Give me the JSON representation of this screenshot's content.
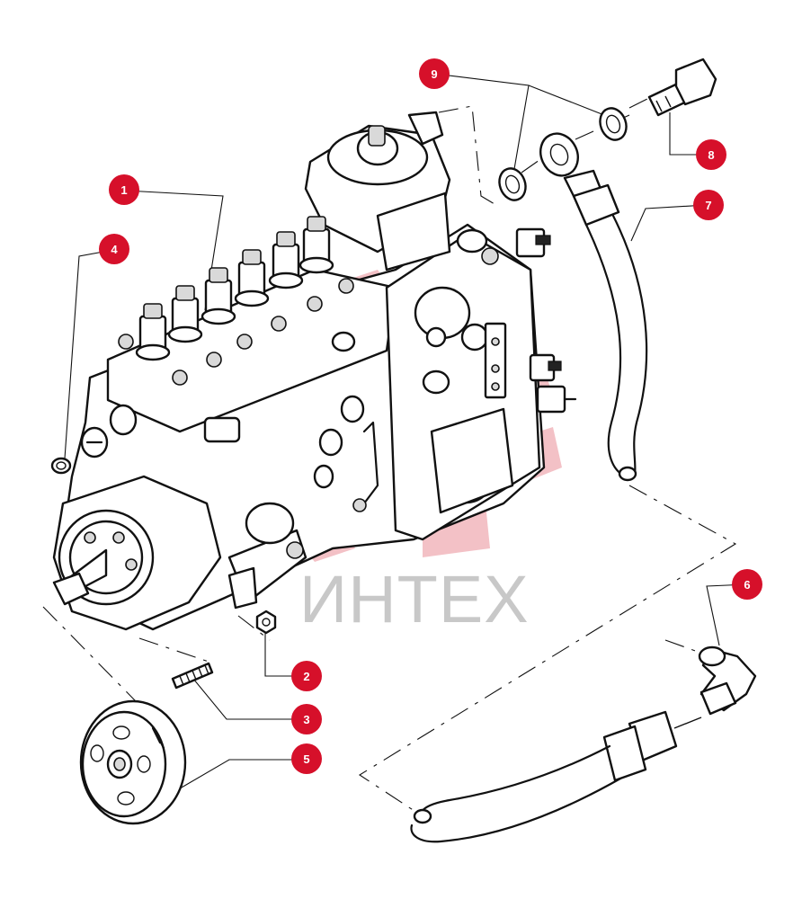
{
  "colors": {
    "callout": "#d6102a",
    "watermark_logo": "#f2b7bd",
    "watermark_text": "#c8c8c8",
    "line": "#111111"
  },
  "watermark": {
    "text": "ИНТЕХ"
  },
  "callouts": [
    {
      "label": "1"
    },
    {
      "label": "2"
    },
    {
      "label": "3"
    },
    {
      "label": "4"
    },
    {
      "label": "5"
    },
    {
      "label": "6"
    },
    {
      "label": "7"
    },
    {
      "label": "8"
    },
    {
      "label": "9"
    }
  ]
}
